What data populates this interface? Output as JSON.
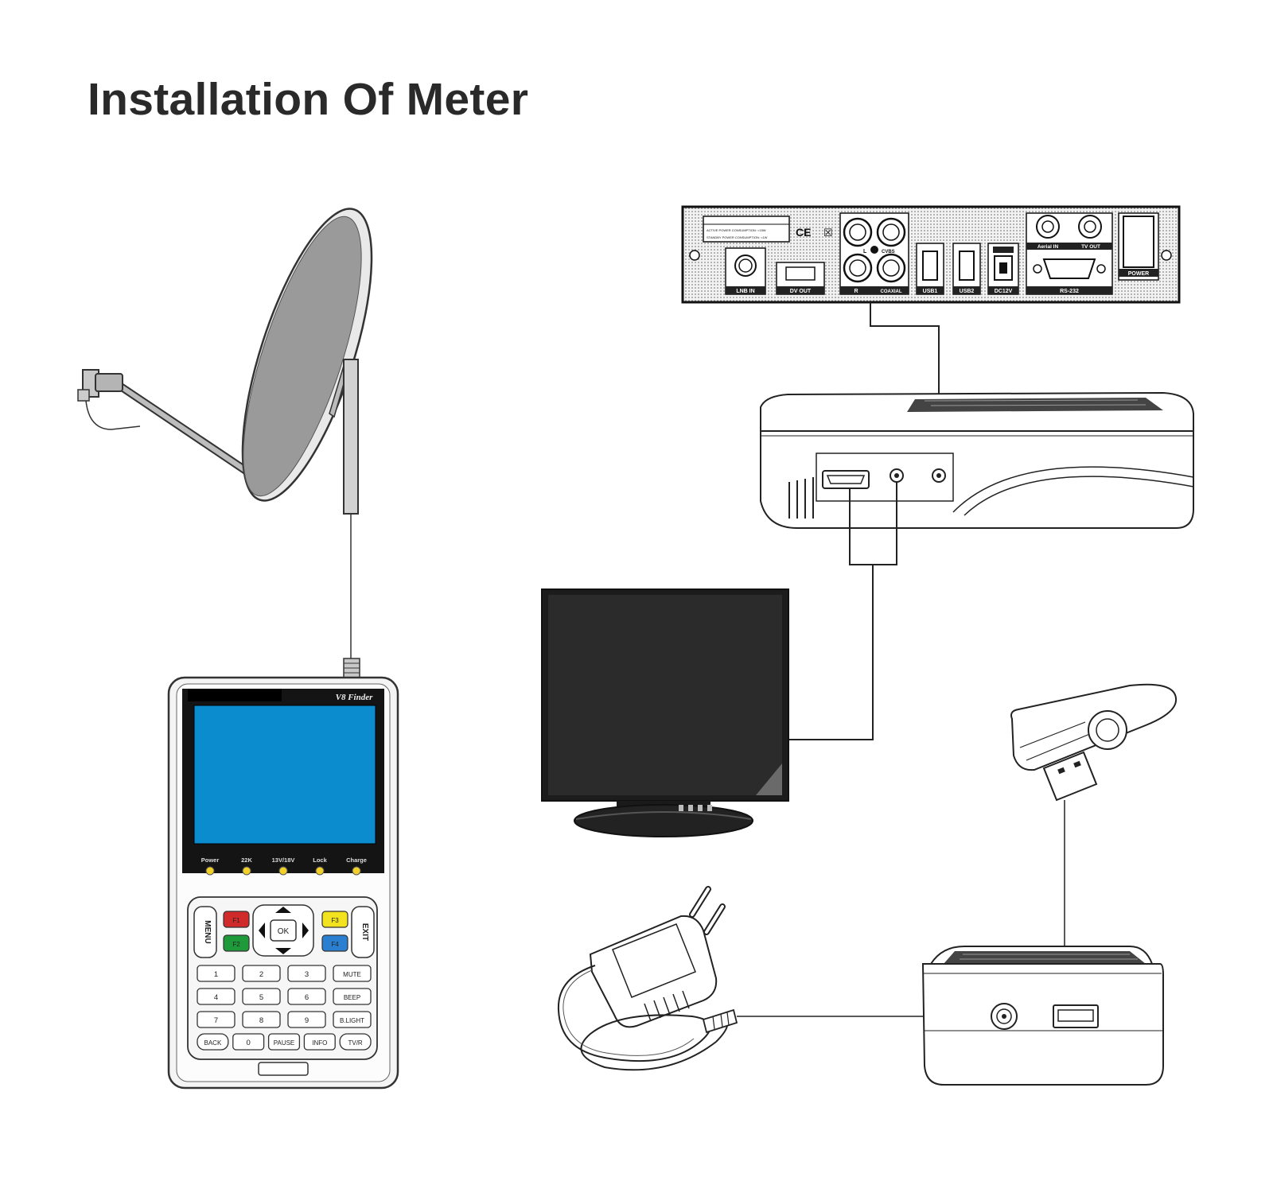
{
  "title": "Installation Of Meter",
  "meter": {
    "brand": "V8 Finder",
    "indicators": [
      "Power",
      "22K",
      "13V/18V",
      "Lock",
      "Charge"
    ],
    "fkeys": [
      {
        "label": "F1",
        "color": "#d12a2a"
      },
      {
        "label": "F2",
        "color": "#1f9a3b"
      },
      {
        "label": "F3",
        "color": "#f3e21e"
      },
      {
        "label": "F4",
        "color": "#2a7fd0"
      }
    ],
    "side_keys": {
      "left": "MENU",
      "right": "EXIT"
    },
    "ok_label": "OK",
    "keypad": [
      [
        "1",
        "2",
        "3",
        "MUTE"
      ],
      [
        "4",
        "5",
        "6",
        "BEEP"
      ],
      [
        "7",
        "8",
        "9",
        "B.LIGHT"
      ],
      [
        "BACK",
        "0",
        "PAUSE",
        "INFO",
        "TV/R"
      ]
    ],
    "screen_color": "#0a8ccf"
  },
  "receiver_panel": {
    "label_lines": [
      "ACTIVE POWER CONSUMPTION: <15W",
      "STANDBY POWER CONSUMPTION: <1W"
    ],
    "marks": [
      "CE",
      "☒"
    ],
    "ports": {
      "lnb_in": "LNB IN",
      "dv_out": "DV OUT",
      "l": "L",
      "cvbs": "CVBS",
      "r": "R",
      "coaxial": "COAXIAL",
      "usb1": "USB1",
      "usb2": "USB2",
      "dc12v": "DC12V",
      "aerial_in": "Aerial IN",
      "tv_out": "TV OUT",
      "rs232": "RS-232",
      "power": "POWER"
    }
  }
}
